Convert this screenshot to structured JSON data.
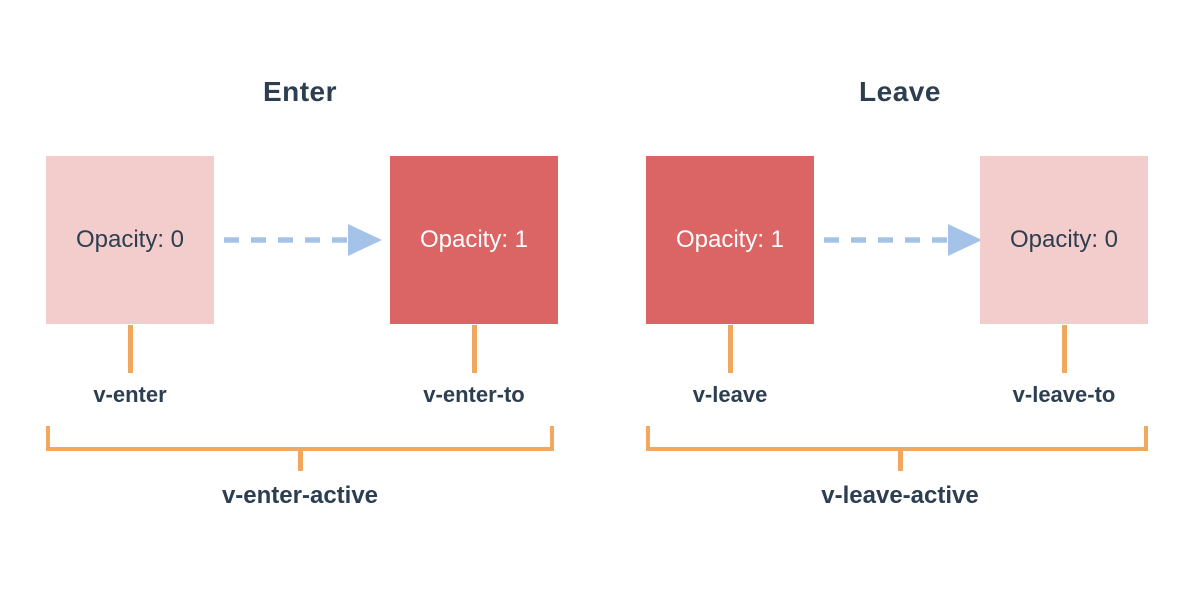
{
  "diagram": {
    "description": "Vue transition classes timeline diagram",
    "colors": {
      "background": "#ffffff",
      "text_dark": "#2c3e50",
      "box_pink": "#f3cccc",
      "box_red": "#db6565",
      "box_text_white": "#ffffff",
      "arrow_blue": "#a5c3e8",
      "bracket_orange": "#f2a75f"
    },
    "groups": [
      {
        "title": "Enter",
        "start_box": {
          "label": "Opacity: 0",
          "variant": "pink"
        },
        "end_box": {
          "label": "Opacity: 1",
          "variant": "red"
        },
        "start_label": "v-enter",
        "end_label": "v-enter-to",
        "active_label": "v-enter-active"
      },
      {
        "title": "Leave",
        "start_box": {
          "label": "Opacity: 1",
          "variant": "red"
        },
        "end_box": {
          "label": "Opacity: 0",
          "variant": "pink"
        },
        "start_label": "v-leave",
        "end_label": "v-leave-to",
        "active_label": "v-leave-active"
      }
    ]
  }
}
